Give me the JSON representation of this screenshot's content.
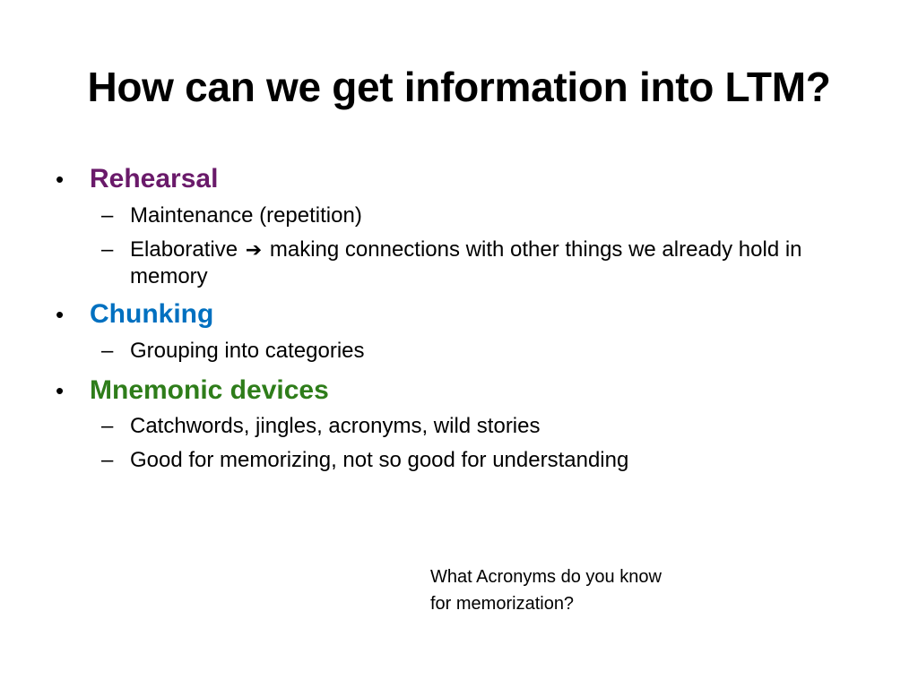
{
  "slide": {
    "title": "How can we get information into LTM?",
    "bullet_glyph": "•",
    "dash_glyph": "–",
    "arrow_glyph": "➔",
    "bullets": [
      {
        "label": "Rehearsal",
        "color": "#6a1a6a",
        "subs": [
          {
            "text": "Maintenance (repetition)"
          },
          {
            "text_before": "Elaborative",
            "text_after": "making connections with other things we already hold in memory"
          }
        ]
      },
      {
        "label": "Chunking",
        "color": "#0070c0",
        "subs": [
          {
            "text": "Grouping into categories"
          }
        ]
      },
      {
        "label": "Mnemonic devices",
        "color": "#2e7d1a",
        "subs": [
          {
            "text": "Catchwords, jingles, acronyms, wild stories"
          },
          {
            "text": "Good for memorizing, not so good for understanding"
          }
        ]
      }
    ],
    "note_lines": [
      "What Acronyms do you know",
      "for memorization?"
    ]
  }
}
